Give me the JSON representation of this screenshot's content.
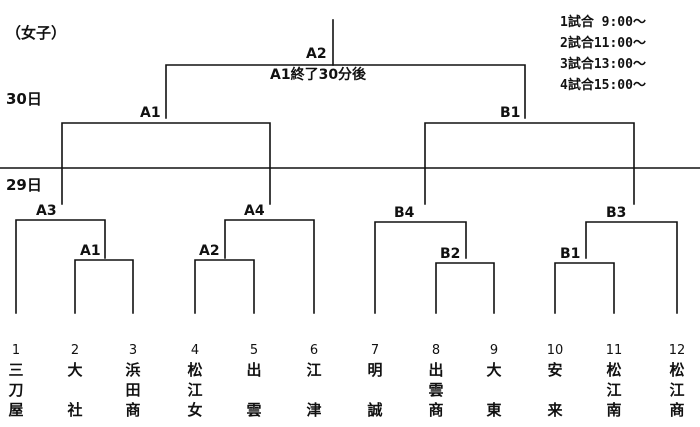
{
  "header": {
    "category": "（女子）",
    "day_final": "30日",
    "day_prelim": "29日"
  },
  "schedule": [
    "1試合  9:00～",
    "2試合11:00～",
    "3試合13:00～",
    "4試合15:00～"
  ],
  "final_note": "A1終了30分後",
  "matches": {
    "final": "A2",
    "semi_left": "A1",
    "semi_right": "B1",
    "q_a3": "A3",
    "q_a4": "A4",
    "q_b4": "B4",
    "q_b3": "B3",
    "r1_a1": "A1",
    "r1_a2": "A2",
    "r1_b2": "B2",
    "r1_b1": "B1"
  },
  "teams": [
    {
      "seed": "1",
      "name": [
        "三",
        "刀",
        "屋"
      ]
    },
    {
      "seed": "2",
      "name": [
        "大",
        "",
        "社"
      ]
    },
    {
      "seed": "3",
      "name": [
        "浜",
        "田",
        "商"
      ]
    },
    {
      "seed": "4",
      "name": [
        "松",
        "江",
        "女"
      ]
    },
    {
      "seed": "5",
      "name": [
        "出",
        "",
        "雲"
      ]
    },
    {
      "seed": "6",
      "name": [
        "江",
        "",
        "津"
      ]
    },
    {
      "seed": "7",
      "name": [
        "明",
        "",
        "誠"
      ]
    },
    {
      "seed": "8",
      "name": [
        "出",
        "雲",
        "商"
      ]
    },
    {
      "seed": "9",
      "name": [
        "大",
        "",
        "東"
      ]
    },
    {
      "seed": "10",
      "name": [
        "安",
        "",
        "来"
      ]
    },
    {
      "seed": "11",
      "name": [
        "松",
        "江",
        "南"
      ]
    },
    {
      "seed": "12",
      "name": [
        "松",
        "江",
        "商"
      ]
    }
  ]
}
